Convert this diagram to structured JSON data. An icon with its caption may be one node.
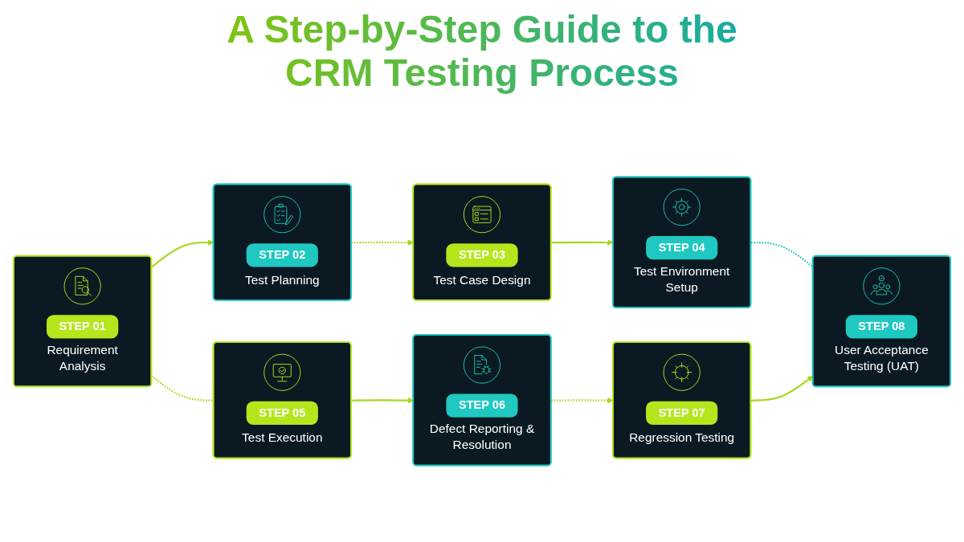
{
  "diagram": {
    "title": "A Step-by-Step Guide to the CRM Testing Process",
    "nodes": [
      {
        "text": [
          "STEP 01",
          "Requirement Analysis"
        ]
      },
      {
        "text": [
          "STEP 02",
          "Test Planning"
        ]
      },
      {
        "text": [
          "STEP 03",
          "Test Case Design"
        ]
      },
      {
        "text": [
          "STEP 04",
          "Test Environment Setup"
        ]
      },
      {
        "text": [
          "STEP 05",
          "Test Execution"
        ]
      },
      {
        "text": [
          "STEP 06",
          "Defect Reporting & Resolution"
        ]
      },
      {
        "text": [
          "STEP 07",
          "Regression Testing"
        ]
      },
      {
        "text": [
          "STEP 08",
          "User Acceptance Testing (UAT)"
        ]
      }
    ],
    "edges": [
      {
        "from": 0,
        "to": 1,
        "arrow": "to"
      },
      {
        "from": 1,
        "to": 2,
        "arrow": "to",
        "style": "dashed"
      },
      {
        "from": 2,
        "to": 3,
        "arrow": "to"
      },
      {
        "from": 3,
        "to": 7,
        "arrow": "none",
        "style": "dashed",
        "color": "#1fc8c0"
      },
      {
        "from": 0,
        "to": 4,
        "arrow": "none",
        "style": "dashed"
      },
      {
        "from": 4,
        "to": 5,
        "arrow": "to"
      },
      {
        "from": 5,
        "to": 6,
        "arrow": "to",
        "style": "dashed"
      },
      {
        "from": 6,
        "to": 7,
        "arrow": "to"
      }
    ]
  }
}
